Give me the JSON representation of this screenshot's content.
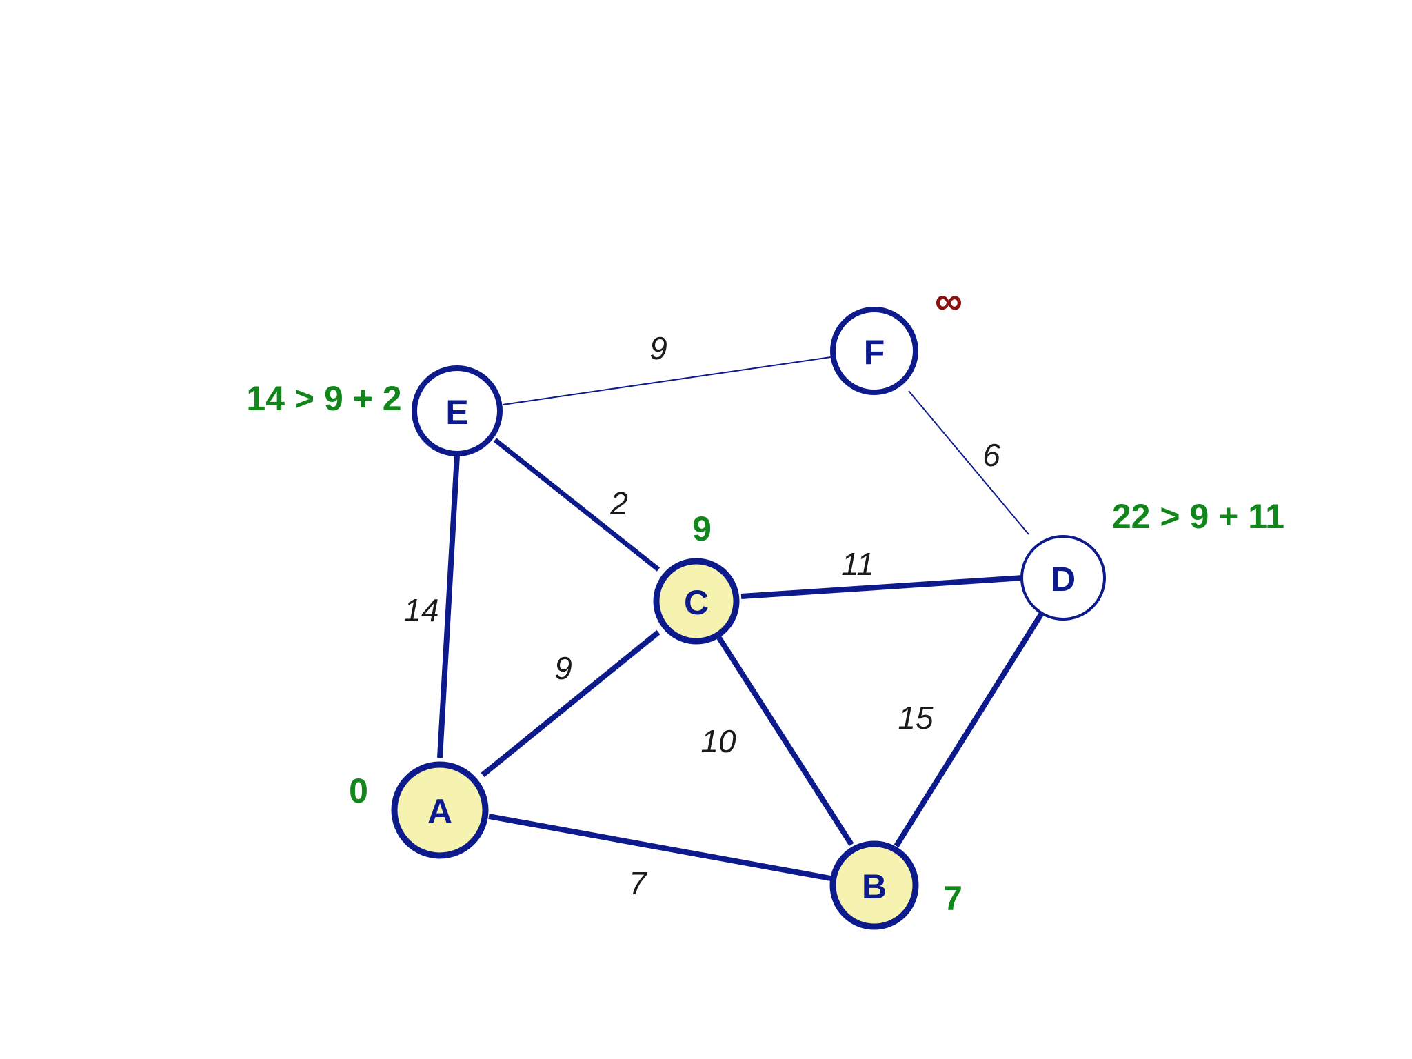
{
  "colors": {
    "edge": "#0d1a8c",
    "node_outline": "#0d1a8c",
    "visited_fill": "#f6f2b0",
    "unvisited_fill": "#ffffff",
    "distance_text": "#11861a",
    "infinity_text": "#8b1010",
    "weight_text": "#1a1a1a"
  },
  "nodes": {
    "A": {
      "label": "A",
      "visited": true,
      "distance": "0"
    },
    "B": {
      "label": "B",
      "visited": true,
      "distance": "7"
    },
    "C": {
      "label": "C",
      "visited": true,
      "distance": "9"
    },
    "D": {
      "label": "D",
      "visited": false,
      "distance": "22 > 9 + 11"
    },
    "E": {
      "label": "E",
      "visited": false,
      "distance": "14 > 9 + 2"
    },
    "F": {
      "label": "F",
      "visited": false,
      "distance": "∞"
    }
  },
  "edges": [
    {
      "from": "A",
      "to": "B",
      "weight": "7"
    },
    {
      "from": "A",
      "to": "C",
      "weight": "9"
    },
    {
      "from": "A",
      "to": "E",
      "weight": "14"
    },
    {
      "from": "B",
      "to": "C",
      "weight": "10"
    },
    {
      "from": "B",
      "to": "D",
      "weight": "15"
    },
    {
      "from": "C",
      "to": "D",
      "weight": "11"
    },
    {
      "from": "C",
      "to": "E",
      "weight": "2"
    },
    {
      "from": "D",
      "to": "F",
      "weight": "6"
    },
    {
      "from": "E",
      "to": "F",
      "weight": "9"
    }
  ]
}
